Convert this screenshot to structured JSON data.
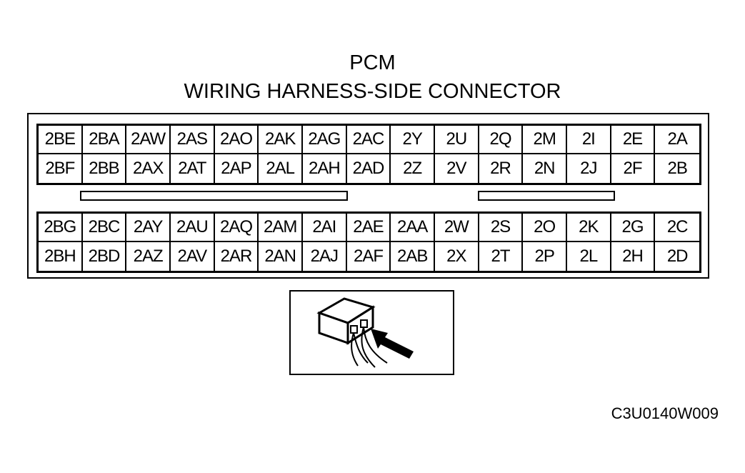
{
  "title": "PCM",
  "subtitle": "WIRING HARNESS-SIDE CONNECTOR",
  "connector": {
    "upper_block": {
      "row1": [
        "2BE",
        "2BA",
        "2AW",
        "2AS",
        "2AO",
        "2AK",
        "2AG",
        "2AC",
        "2Y",
        "2U",
        "2Q",
        "2M",
        "2I",
        "2E",
        "2A"
      ],
      "row2": [
        "2BF",
        "2BB",
        "2AX",
        "2AT",
        "2AP",
        "2AL",
        "2AH",
        "2AD",
        "2Z",
        "2V",
        "2R",
        "2N",
        "2J",
        "2F",
        "2B"
      ]
    },
    "lower_block": {
      "row1": [
        "2BG",
        "2BC",
        "2AY",
        "2AU",
        "2AQ",
        "2AM",
        "2AI",
        "2AE",
        "2AA",
        "2W",
        "2S",
        "2O",
        "2K",
        "2G",
        "2C"
      ],
      "row2": [
        "2BH",
        "2BD",
        "2AZ",
        "2AV",
        "2AR",
        "2AN",
        "2AJ",
        "2AF",
        "2AB",
        "2X",
        "2T",
        "2P",
        "2L",
        "2H",
        "2D"
      ]
    }
  },
  "thumbnail_icon": "connector-probe-icon",
  "figure_code": "C3U0140W009"
}
